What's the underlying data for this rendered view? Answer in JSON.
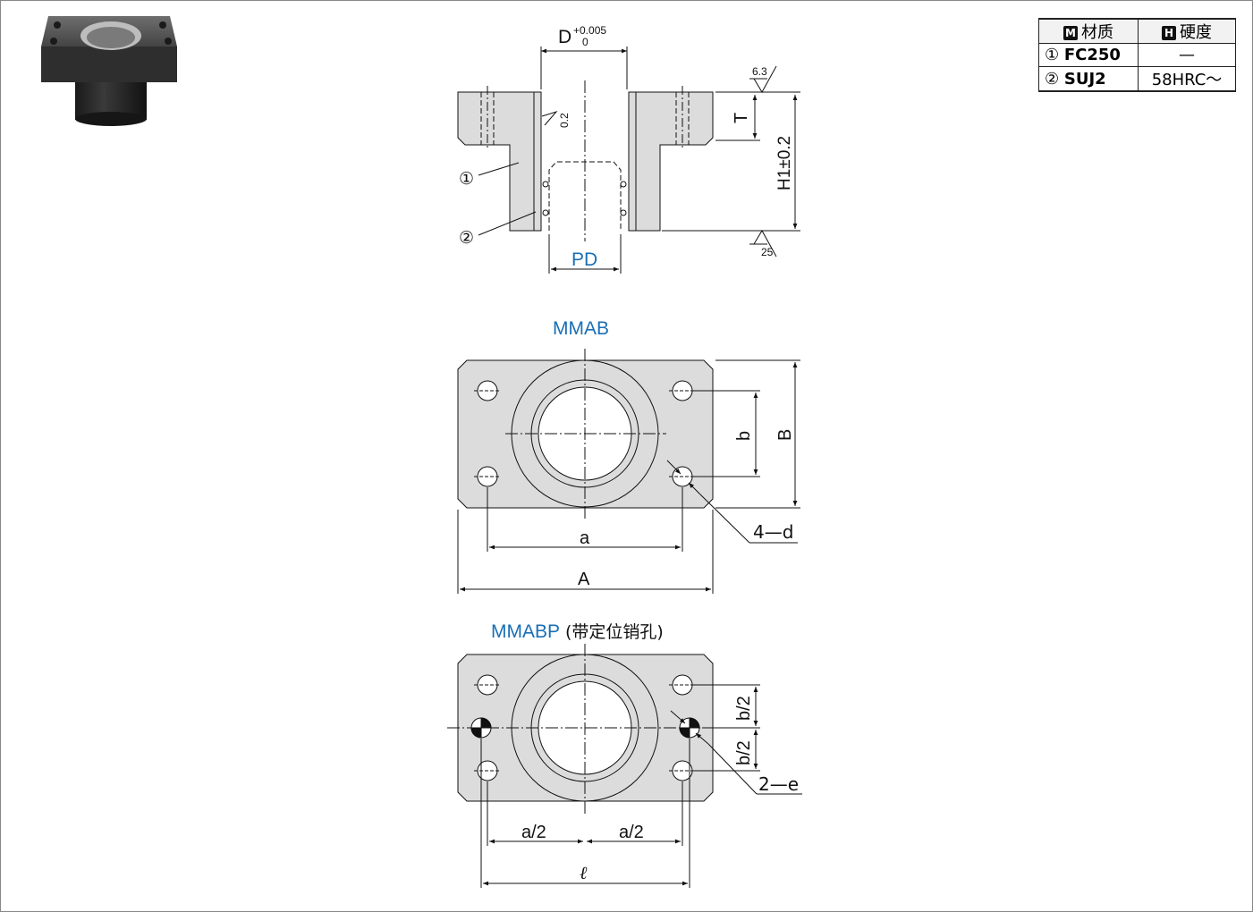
{
  "material_table": {
    "header": {
      "material_badge": "M",
      "material_label": "材质",
      "hardness_badge": "H",
      "hardness_label": "硬度"
    },
    "rows": [
      {
        "no": "①",
        "material": "FC250",
        "hardness": "—"
      },
      {
        "no": "②",
        "material": "SUJ2",
        "hardness": "58HRC～"
      }
    ]
  },
  "section_view": {
    "dim_D": "D",
    "tol_upper": "+0.005",
    "tol_lower": "0",
    "dim_T": "T",
    "dim_H1": "H1±0.2",
    "dim_PD": "PD",
    "rough_top": "6.3",
    "rough_bore": "0.2",
    "rough_bottom": "25",
    "part1": "①",
    "part2": "②"
  },
  "mmab_view": {
    "title": "MMAB",
    "dim_a": "a",
    "dim_A": "A",
    "dim_b": "b",
    "dim_B": "B",
    "hole_callout": "4—d"
  },
  "mmabp_view": {
    "title": "MMABP",
    "title_note": "(带定位销孔)",
    "dim_a_half_left": "a/2",
    "dim_a_half_right": "a/2",
    "dim_l": "ℓ",
    "dim_b_half_top": "b/2",
    "dim_b_half_bottom": "b/2",
    "pin_callout": "2—e"
  },
  "colors": {
    "accent_blue": "#1a6fb5",
    "part_fill": "#dcdcdc",
    "line": "#111111"
  }
}
